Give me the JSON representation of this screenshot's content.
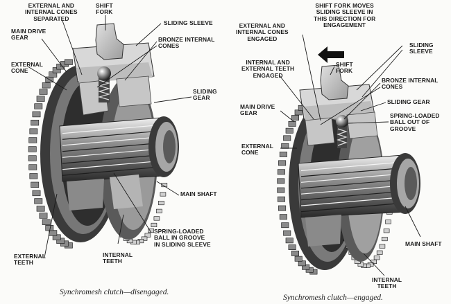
{
  "colors": {
    "metal_dark": "#2b2b2b",
    "metal_mid": "#6e6e6e",
    "metal_light": "#d2d2d2",
    "bronze": "#b8b8b8",
    "paper": "#fbfbf9",
    "ink": "#1c1c1c"
  },
  "icons": [
    "direction-arrow-icon"
  ],
  "left": {
    "caption": "Synchromesh clutch—disengaged.",
    "labels": {
      "external_internal_cones_separated": "EXTERNAL AND\nINTERNAL CONES\nSEPARATED",
      "shift_fork": "SHIFT\nFORK",
      "sliding_sleeve": "SLIDING SLEEVE",
      "main_drive_gear": "MAIN DRIVE\nGEAR",
      "bronze_internal_cones": "BRONZE INTERNAL\nCONES",
      "external_cone": "EXTERNAL\nCONE",
      "sliding_gear": "SLIDING\nGEAR",
      "main_shaft": "MAIN SHAFT",
      "spring_loaded_ball": "SPRING-LOADED\nBALL IN GROOVE\nIN SLIDING SLEEVE",
      "external_teeth": "EXTERNAL\nTEETH",
      "internal_teeth": "INTERNAL\nTEETH"
    }
  },
  "right": {
    "caption": "Synchromesh clutch—engaged.",
    "labels": {
      "shift_fork_moves": "SHIFT FORK MOVES\nSLIDING SLEEVE IN\nTHIS DIRECTION FOR\nENGAGEMENT",
      "external_internal_cones_engaged": "EXTERNAL AND\nINTERNAL CONES\nENGAGED",
      "sliding_sleeve": "SLIDING\nSLEEVE",
      "internal_external_teeth_engaged": "INTERNAL AND\nEXTERNAL TEETH\nENGAGED",
      "shift_fork": "SHIFT\nFORK",
      "bronze_internal_cones": "BRONZE INTERNAL\nCONES",
      "main_drive_gear": "MAIN DRIVE\nGEAR",
      "sliding_gear": "SLIDING GEAR",
      "spring_loaded_ball": "SPRING-LOADED\nBALL OUT OF\nGROOVE",
      "external_cone": "EXTERNAL\nCONE",
      "main_shaft": "MAIN SHAFT",
      "internal_teeth": "INTERNAL\nTEETH"
    }
  }
}
